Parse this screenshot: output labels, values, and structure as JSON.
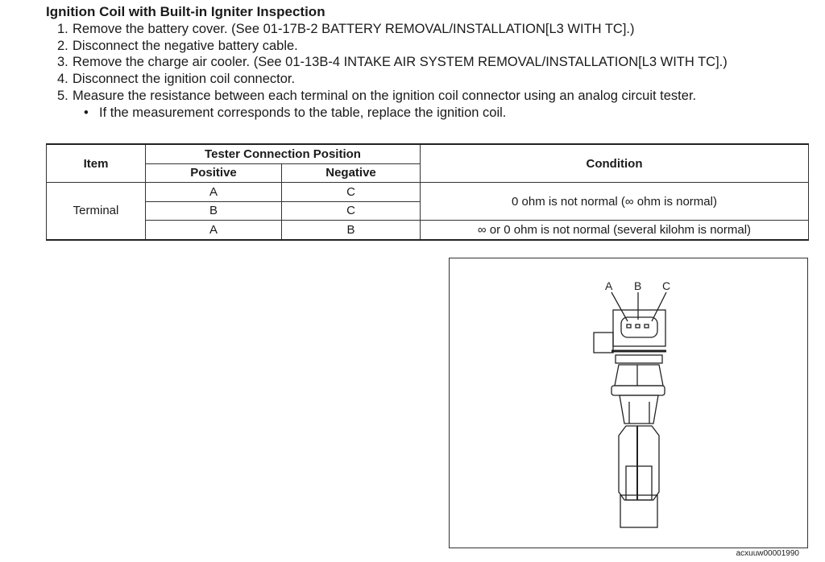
{
  "title": "Ignition Coil with Built-in Igniter Inspection",
  "steps": [
    {
      "num": "1.",
      "text": "Remove the battery cover. (See 01-17B-2 BATTERY REMOVAL/INSTALLATION[L3 WITH TC].)"
    },
    {
      "num": "2.",
      "text": "Disconnect the negative battery cable."
    },
    {
      "num": "3.",
      "text": "Remove the charge air cooler. (See 01-13B-4 INTAKE AIR SYSTEM REMOVAL/INSTALLATION[L3 WITH TC].)"
    },
    {
      "num": "4.",
      "text": "Disconnect the ignition coil connector."
    },
    {
      "num": "5.",
      "text": "Measure the resistance between each terminal on the ignition coil connector using an analog circuit tester."
    }
  ],
  "bullet": "If the measurement corresponds to the table, replace the ignition coil.",
  "table": {
    "headers": {
      "item": "Item",
      "tester": "Tester Connection Position",
      "positive": "Positive",
      "negative": "Negative",
      "condition": "Condition"
    },
    "item_value": "Terminal",
    "rows": [
      {
        "positive": "A",
        "negative": "C"
      },
      {
        "positive": "B",
        "negative": "C"
      },
      {
        "positive": "A",
        "negative": "B"
      }
    ],
    "conditions": [
      "0 ohm is not normal (∞ ohm is normal)",
      "∞ or 0 ohm is not normal (several kilohm is normal)"
    ]
  },
  "figure": {
    "labels": [
      "A",
      "B",
      "C"
    ],
    "caption": "acxuuw00001990"
  }
}
